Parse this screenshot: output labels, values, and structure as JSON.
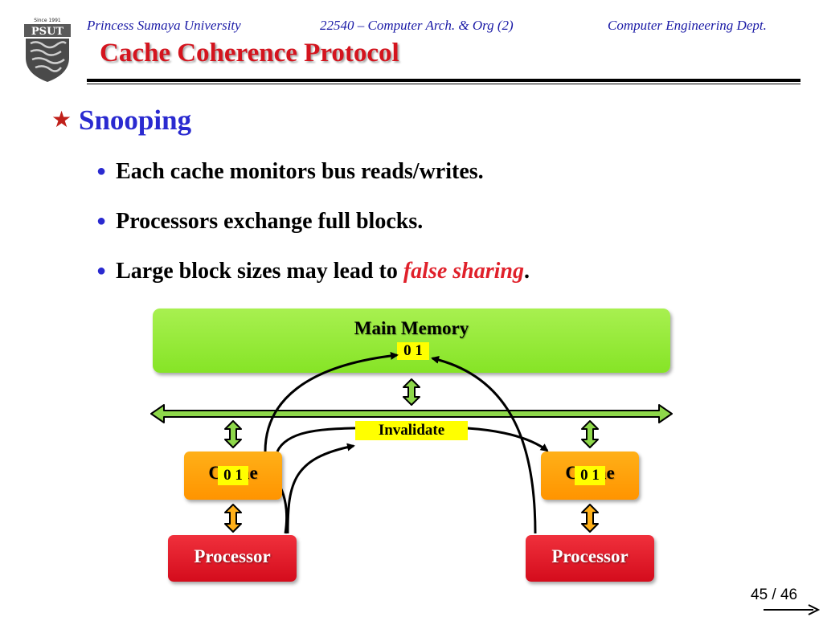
{
  "header": {
    "university": "Princess Sumaya University",
    "course": "22540 – Computer Arch. & Org (2)",
    "department": "Computer Engineering Dept.",
    "logo_text": "PSUT",
    "logo_since": "Since 1991"
  },
  "slide": {
    "title": "Cache Coherence Protocol",
    "heading": "Snooping",
    "bullets": [
      "Each cache monitors bus reads/writes.",
      "Processors exchange full blocks."
    ],
    "bullet3": {
      "prefix": "Large block sizes may lead to ",
      "emphasis": "false sharing",
      "suffix": "."
    }
  },
  "diagram": {
    "main_memory": "Main Memory",
    "memory_data": "0 1",
    "bus_message": "Invalidate",
    "caches": [
      {
        "label": "Cache",
        "data": "0 1"
      },
      {
        "label": "Cache",
        "data": "0 1"
      }
    ],
    "processors": [
      {
        "label": "Processor"
      },
      {
        "label": "Processor"
      }
    ]
  },
  "footer": {
    "page": "45 / 46"
  },
  "colors": {
    "title_red": "#d4141e",
    "heading_blue": "#2a2ad0",
    "memory_green": "#86e426",
    "cache_orange": "#ff9400",
    "processor_red": "#d40c1c",
    "data_yellow": "#ffff00"
  }
}
